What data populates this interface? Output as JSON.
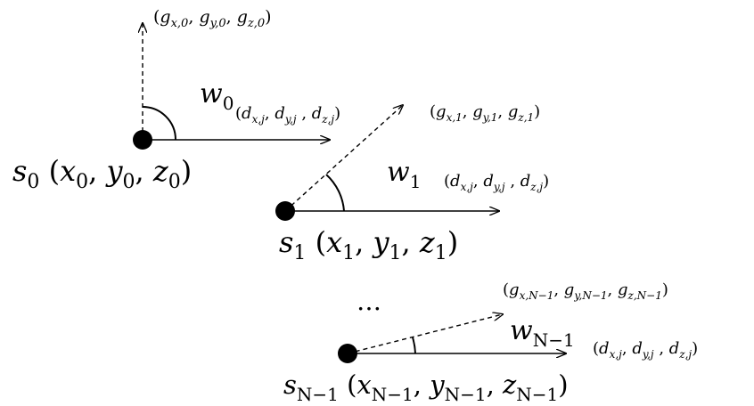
{
  "diagram": {
    "nodes": [
      {
        "label": {
          "base": "s",
          "sub": "0",
          "coords": [
            [
              "x",
              "0"
            ],
            [
              "y",
              "0"
            ],
            [
              "z",
              "0"
            ]
          ]
        },
        "solid_vector": {
          "base": "w",
          "sub": "0",
          "dir": [
            "d",
            "x,j",
            "d",
            "y,j",
            "d",
            "z,j"
          ]
        },
        "dashed_vector": {
          "g": [
            "x,0",
            "y,0",
            "z,0"
          ]
        }
      },
      {
        "label": {
          "base": "s",
          "sub": "1",
          "coords": [
            [
              "x",
              "1"
            ],
            [
              "y",
              "1"
            ],
            [
              "z",
              "1"
            ]
          ]
        },
        "solid_vector": {
          "base": "w",
          "sub": "1",
          "dir": [
            "d",
            "x,j",
            "d",
            "y,j",
            "d",
            "z,j"
          ]
        },
        "dashed_vector": {
          "g": [
            "x,1",
            "y,1",
            "z,1"
          ]
        }
      },
      {
        "label": {
          "base": "s",
          "sub": "N−1",
          "coords": [
            [
              "x",
              "N−1"
            ],
            [
              "y",
              "N−1"
            ],
            [
              "z",
              "N−1"
            ]
          ]
        },
        "solid_vector": {
          "base": "w",
          "sub": "N−1",
          "dir": [
            "d",
            "x,j",
            "d",
            "y,j",
            "d",
            "z,j"
          ]
        },
        "dashed_vector": {
          "g": [
            "x,N−1",
            "y,N−1",
            "z,N−1"
          ]
        }
      }
    ],
    "ellipsis": "…"
  }
}
